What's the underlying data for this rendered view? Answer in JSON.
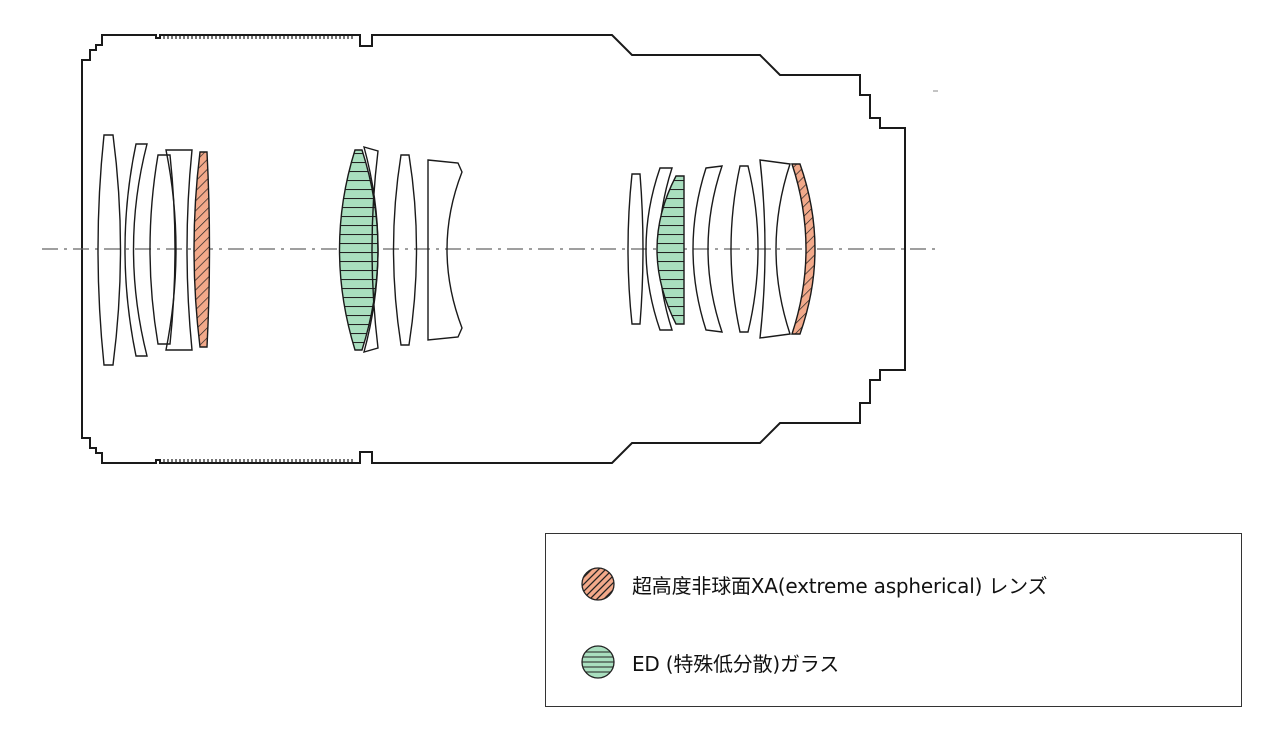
{
  "colors": {
    "outline": "#1a1a1a",
    "xa_fill": "#f2a98a",
    "ed_fill": "#a9dfbf",
    "axis": "#666666"
  },
  "legend": {
    "items": [
      {
        "label": "超高度非球面XA(extreme aspherical) レンズ",
        "pattern": "diagonal-hatch",
        "color": "#f2a98a"
      },
      {
        "label": "ED (特殊低分散)ガラス",
        "pattern": "horizontal-lines",
        "color": "#a9dfbf"
      }
    ]
  }
}
